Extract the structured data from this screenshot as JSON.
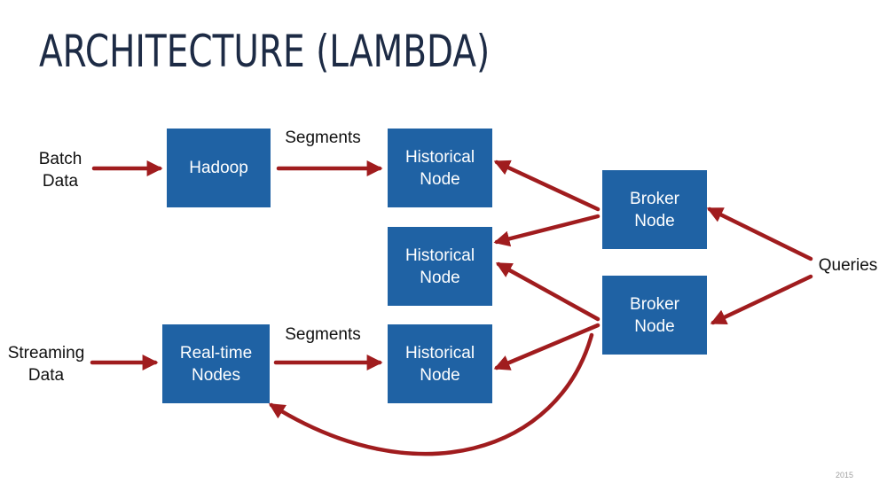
{
  "title": "ARCHITECTURE (LAMBDA)",
  "colors": {
    "node": "#1f62a4",
    "arrow": "#a01c1e",
    "title": "#1d2b45"
  },
  "nodes": {
    "hadoop": "Hadoop",
    "realtime": "Real-time\nNodes",
    "historical_1": "Historical\nNode",
    "historical_2": "Historical\nNode",
    "historical_3": "Historical\nNode",
    "broker_1": "Broker\nNode",
    "broker_2": "Broker\nNode"
  },
  "labels": {
    "batch_data": "Batch\nData",
    "streaming_data": "Streaming\nData",
    "segments_top": "Segments",
    "segments_bottom": "Segments",
    "queries": "Queries"
  },
  "footer": {
    "year": "2015"
  }
}
